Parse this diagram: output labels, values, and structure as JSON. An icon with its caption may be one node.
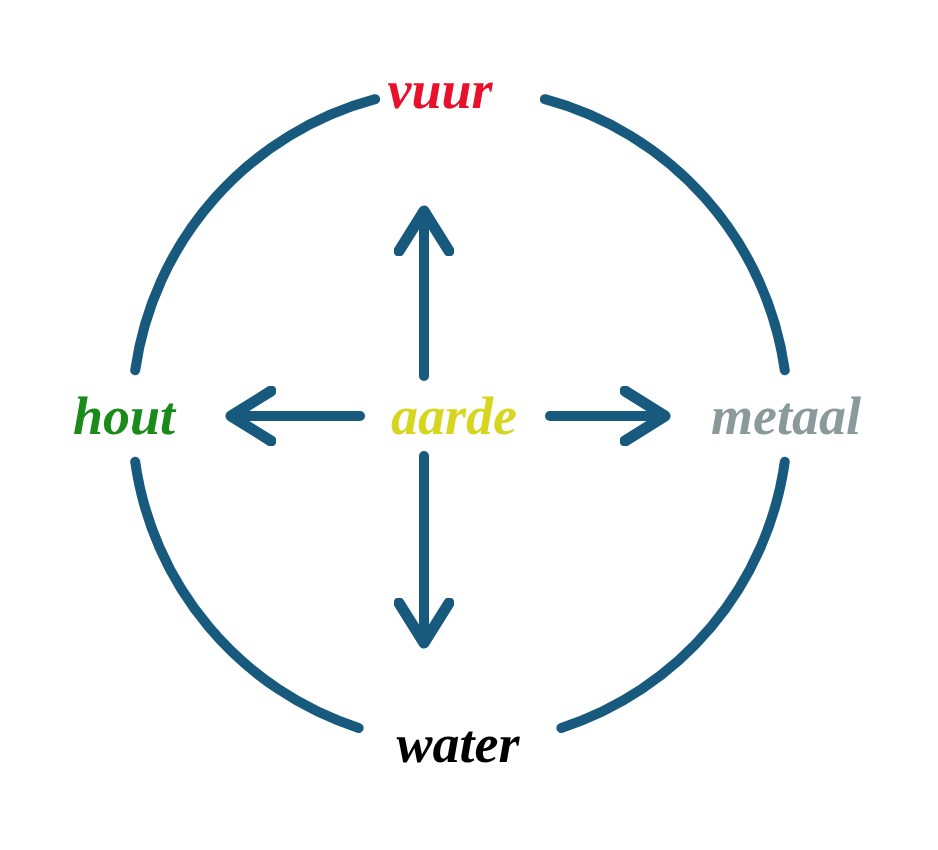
{
  "diagram": {
    "nodes": [
      {
        "text": [
          "vuur"
        ]
      },
      {
        "text": [
          "hout"
        ]
      },
      {
        "text": [
          "aarde"
        ]
      },
      {
        "text": [
          "metaal"
        ]
      },
      {
        "text": [
          "water"
        ]
      }
    ],
    "edges": [
      {
        "from": 2,
        "to": 0,
        "arrow": "to"
      },
      {
        "from": 2,
        "to": 1,
        "arrow": "to"
      },
      {
        "from": 2,
        "to": 3,
        "arrow": "to"
      },
      {
        "from": 2,
        "to": 4,
        "arrow": "to"
      },
      {
        "from": 0,
        "to": 3,
        "arrow": "none"
      },
      {
        "from": 3,
        "to": 4,
        "arrow": "none"
      },
      {
        "from": 4,
        "to": 1,
        "arrow": "none"
      },
      {
        "from": 1,
        "to": 0,
        "arrow": "none"
      }
    ]
  }
}
